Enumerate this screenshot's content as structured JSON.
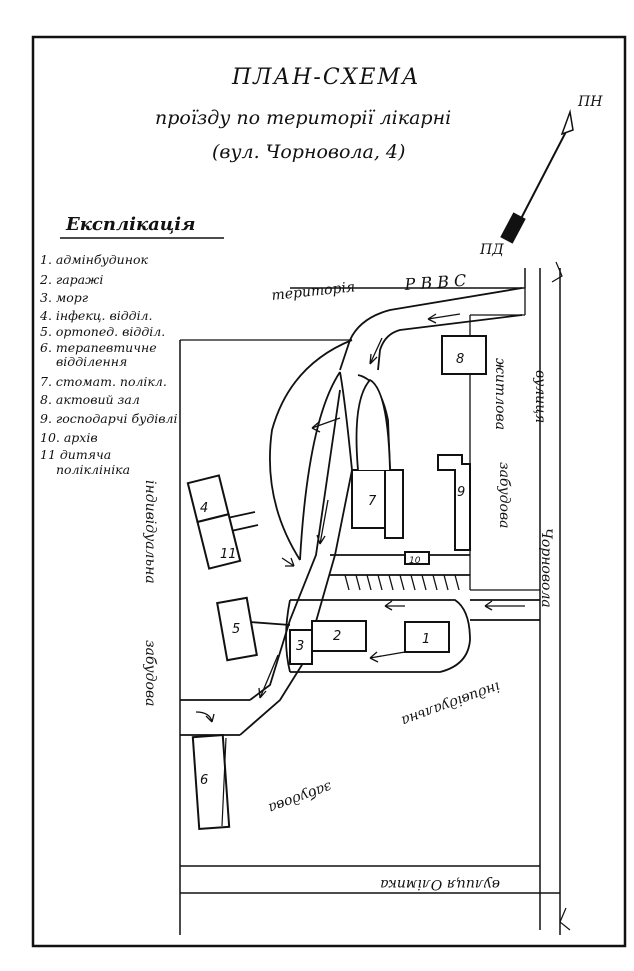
{
  "header": {
    "title": "ПЛАН-СХЕМА",
    "subtitle_line1": "проїзду по території лікарні",
    "subtitle_line2": "(вул. Чорновола, 4)"
  },
  "compass": {
    "north": "ПН",
    "south": "ПД"
  },
  "legend": {
    "heading": "Експлікація",
    "items": [
      "1. адмінбудинок",
      "2. гаражі",
      "3. морг",
      "4. інфекц. відділ.",
      "5. ортопед. відділ.",
      "6. терапевтичне",
      "відділення",
      "7. стомат. полікл.",
      "8. актовий зал",
      "9. господарчі будівлі",
      "10. архів",
      "11 дитяча",
      "поліклініка"
    ]
  },
  "labels": {
    "territory": "територія",
    "rvvs": "Р В В С",
    "residential_1": "житлова",
    "residential_2": "забудова",
    "street_1": "вулиця",
    "street_2": "Чорновола",
    "individual_left_1": "індивідуальна",
    "individual_left_2": "забудова",
    "individual_bottom_1": "індивідуальна",
    "individual_bottom_2": "забудова",
    "street_bottom": "вулиця Олімпка"
  },
  "buildings": [
    "1",
    "2",
    "3",
    "4",
    "5",
    "6",
    "7",
    "8",
    "9",
    "10",
    "11"
  ]
}
